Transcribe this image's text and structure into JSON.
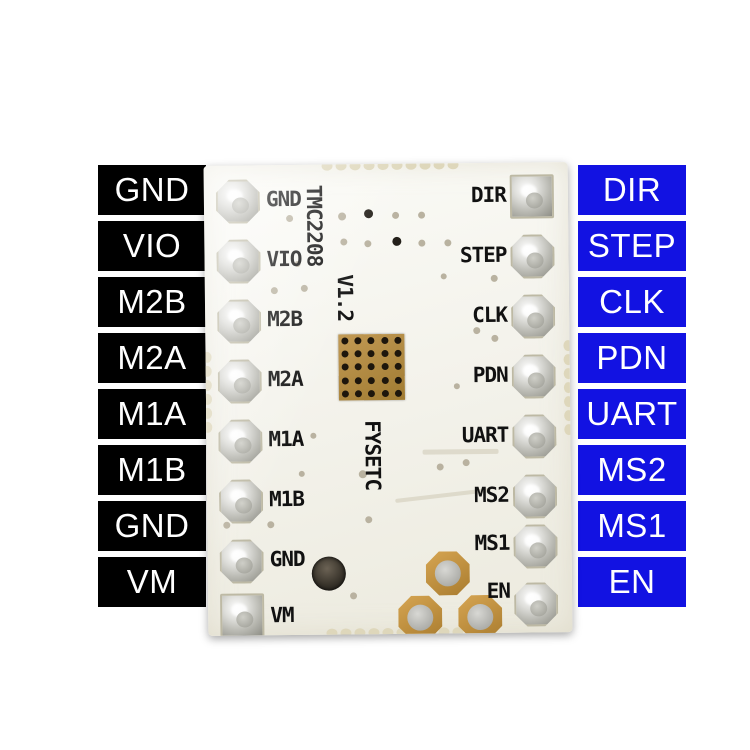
{
  "image": {
    "subject": "FYSETC TMC2208 V1.2 stepper motor driver module - bottom view",
    "background_color": "#ffffff"
  },
  "left_labels": {
    "style": "black callout boxes",
    "background_color": "#000000",
    "text_color": "#ffffff",
    "items": [
      {
        "label": "GND",
        "name": "label-gnd-top"
      },
      {
        "label": "VIO",
        "name": "label-vio"
      },
      {
        "label": "M2B",
        "name": "label-m2b"
      },
      {
        "label": "M2A",
        "name": "label-m2a"
      },
      {
        "label": "M1A",
        "name": "label-m1a"
      },
      {
        "label": "M1B",
        "name": "label-m1b"
      },
      {
        "label": "GND",
        "name": "label-gnd-bottom"
      },
      {
        "label": "VM",
        "name": "label-vm"
      }
    ]
  },
  "right_labels": {
    "style": "blue callout boxes",
    "background_color": "#1212e2",
    "text_color": "#ffffff",
    "items": [
      {
        "label": "DIR",
        "name": "label-dir"
      },
      {
        "label": "STEP",
        "name": "label-step"
      },
      {
        "label": "CLK",
        "name": "label-clk"
      },
      {
        "label": "PDN",
        "name": "label-pdn"
      },
      {
        "label": "UART",
        "name": "label-uart"
      },
      {
        "label": "MS2",
        "name": "label-ms2"
      },
      {
        "label": "MS1",
        "name": "label-ms1"
      },
      {
        "label": "EN",
        "name": "label-en"
      }
    ]
  },
  "pcb": {
    "color": "#f7f5ee",
    "silkscreen_color": "#111111",
    "part_number": "TMC2208",
    "version": "V1.2",
    "brand": "FYSETC",
    "left_pin_names": [
      "GND",
      "VIO",
      "M2B",
      "M2A",
      "M1A",
      "M1B",
      "GND",
      "VM"
    ],
    "right_pin_names": [
      "DIR",
      "STEP",
      "CLK",
      "PDN",
      "UART",
      "MS2",
      "MS1",
      "EN"
    ],
    "pad_count_left": 8,
    "pad_count_right": 8,
    "gold_pad_count": 3,
    "center_via_grid": "5x5"
  }
}
